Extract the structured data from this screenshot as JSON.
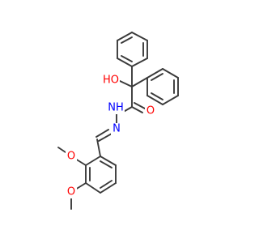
{
  "molecule": {
    "atom_labels": {
      "hydroxyl": "HO",
      "carbonyl_oxygen": "O",
      "amide_nitrogen": "NH",
      "imine_nitrogen": "N",
      "methoxy_oxygen_upper": "O",
      "methoxy_oxygen_lower": "O"
    },
    "colors": {
      "bond": "#3a3a3a",
      "oxygen": "#ff0000",
      "nitrogen": "#0000ff",
      "background": "#ffffff"
    }
  }
}
